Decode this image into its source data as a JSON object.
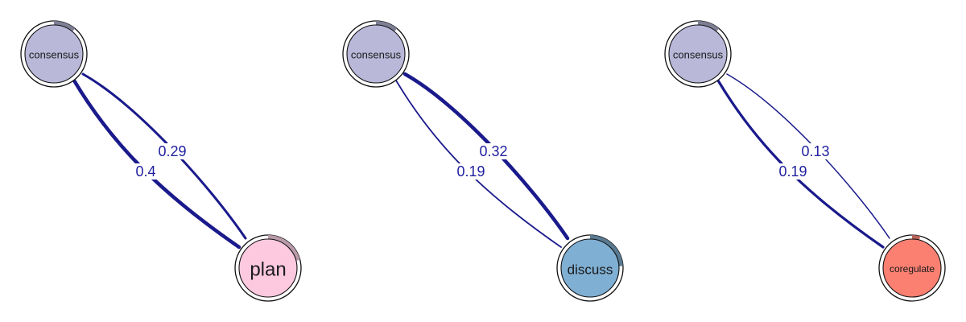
{
  "diagrams": [
    {
      "from": {
        "label": "consensus",
        "color": "#b9b8d9",
        "pie": 0.11
      },
      "to": {
        "label": "plan",
        "color": "#fcc9df",
        "pie": 0.21
      },
      "edges": {
        "to_from": "0.29",
        "from_to": "0.4"
      }
    },
    {
      "from": {
        "label": "consensus",
        "color": "#b9b8d9",
        "pie": 0.11
      },
      "to": {
        "label": "discuss",
        "color": "#7fafd3",
        "pie": 0.24
      },
      "edges": {
        "from_to": "0.32",
        "to_from": "0.19"
      }
    },
    {
      "from": {
        "label": "consensus",
        "color": "#b9b8d9",
        "pie": 0.11
      },
      "to": {
        "label": "coregulate",
        "color": "#fb8072",
        "pie": 0.04
      },
      "edges": {
        "to_from": "0.13",
        "from_to": "0.19"
      }
    }
  ],
  "colors": {
    "edge": "#1a1a8c",
    "edge_label": "#1f1fa0",
    "pie_fill": "#7e7e94"
  }
}
